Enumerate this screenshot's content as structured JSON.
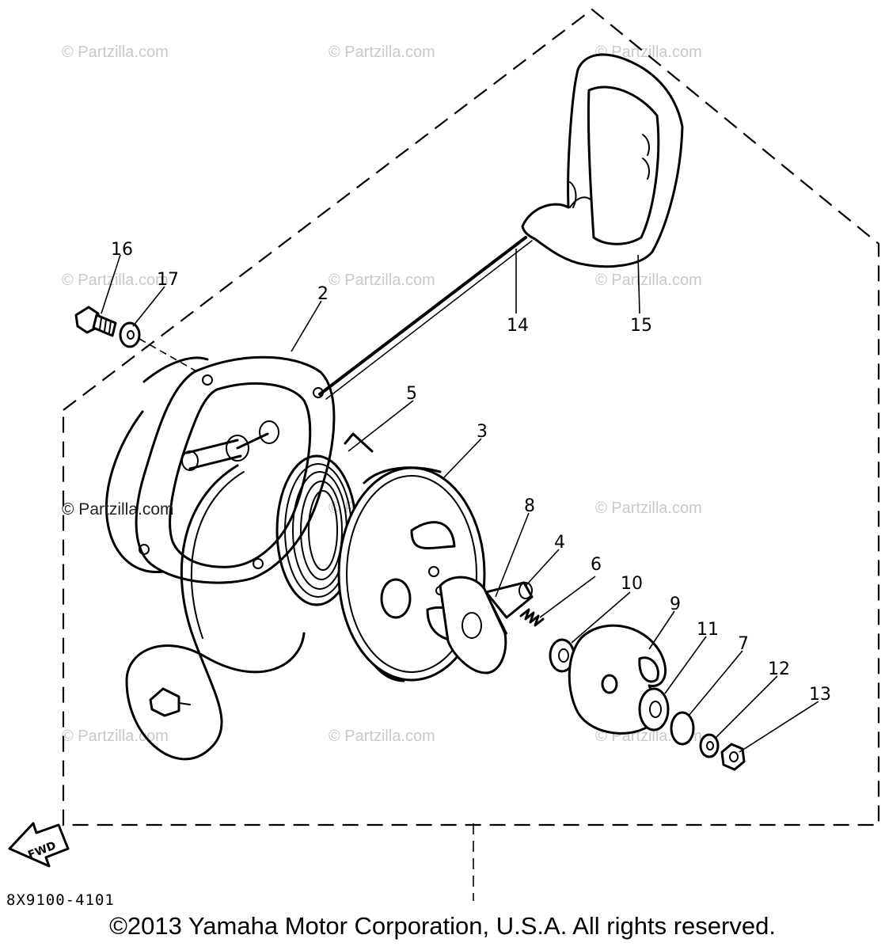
{
  "diagram": {
    "watermark": "© Partzilla.com",
    "callouts": [
      {
        "id": "2",
        "label": "2"
      },
      {
        "id": "3",
        "label": "3"
      },
      {
        "id": "4",
        "label": "4"
      },
      {
        "id": "5",
        "label": "5"
      },
      {
        "id": "6",
        "label": "6"
      },
      {
        "id": "7",
        "label": "7"
      },
      {
        "id": "8",
        "label": "8"
      },
      {
        "id": "9",
        "label": "9"
      },
      {
        "id": "10",
        "label": "10"
      },
      {
        "id": "11",
        "label": "11"
      },
      {
        "id": "12",
        "label": "12"
      },
      {
        "id": "13",
        "label": "13"
      },
      {
        "id": "14",
        "label": "14"
      },
      {
        "id": "15",
        "label": "15"
      },
      {
        "id": "16",
        "label": "16"
      },
      {
        "id": "17",
        "label": "17"
      }
    ],
    "fwd_label": "FWD",
    "drawing_number": "8X9100-4101",
    "copyright": "©2013  Yamaha Motor Corporation, U.S.A. All rights reserved."
  }
}
